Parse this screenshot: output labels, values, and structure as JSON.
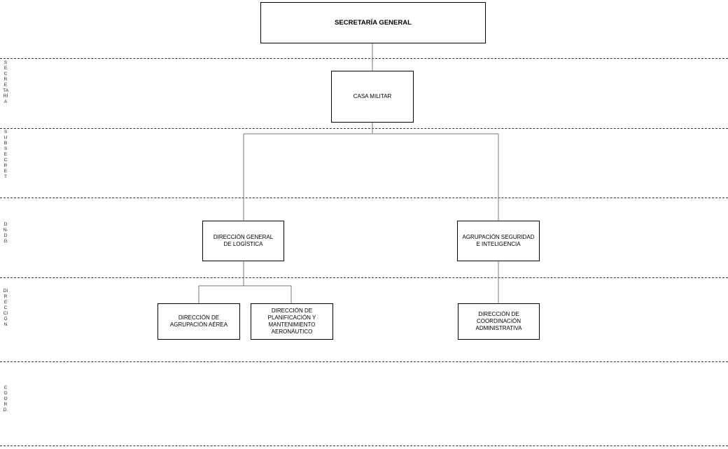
{
  "levels": {
    "secretaria": "SECRETARÍA",
    "subsecret": "SUBSECRET",
    "dn_dg": "DN-DG",
    "direccion": "DIRECCIÓN",
    "coord": "COORD."
  },
  "boxes": {
    "secretaria_general": "SECRETARÍA GENERAL",
    "casa_militar": "CASA MILITAR",
    "dir_gral_logistica": "DIRECCIÓN GENERAL DE LOGÍSTICA",
    "agrupacion_seguridad": "AGRUPACIÓN SEGURIDAD E INTELIGENCIA",
    "dir_agrupacion_aerea": "DIRECCIÓN DE AGRUPACIÓN AÉREA",
    "dir_planificacion": "DIRECCIÓN DE PLANIFICACIÓN Y MANTENIMIENTO AERONÁUTICO",
    "dir_coordinacion": "DIRECCIÓN DE COORDINACIÓN ADMINISTRATIVA"
  }
}
